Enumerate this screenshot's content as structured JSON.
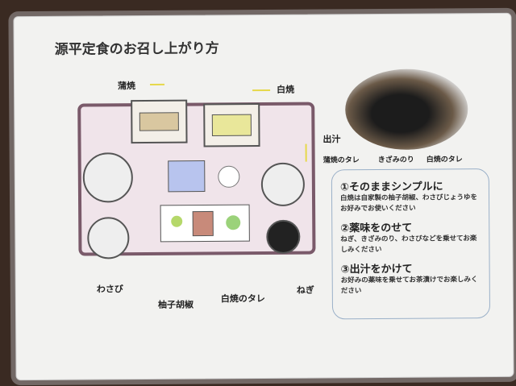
{
  "title": "源平定食のお召し上がり方",
  "labels": {
    "kabayaki": "蒲焼",
    "shirayaki": "白焼",
    "dashi": "出汁",
    "wasabi": "わさび",
    "yuzukosho": "柚子胡椒",
    "shirayaki_tare": "白焼のタレ",
    "negi": "ねぎ"
  },
  "photo_labels": [
    "蒲焼のタレ",
    "きざみのり",
    "白焼のタレ"
  ],
  "steps": [
    {
      "heading": "①そのままシンプルに",
      "text": "白焼は自家製の柚子胡椒、わさびじょうゆをお好みでお使いください"
    },
    {
      "heading": "②薬味をのせて",
      "text": "ねぎ、きざみのり、わさびなどを乗せてお楽しみください"
    },
    {
      "heading": "③出汁をかけて",
      "text": "お好みの薬味を乗せてお茶漬けでお楽しみください"
    }
  ]
}
